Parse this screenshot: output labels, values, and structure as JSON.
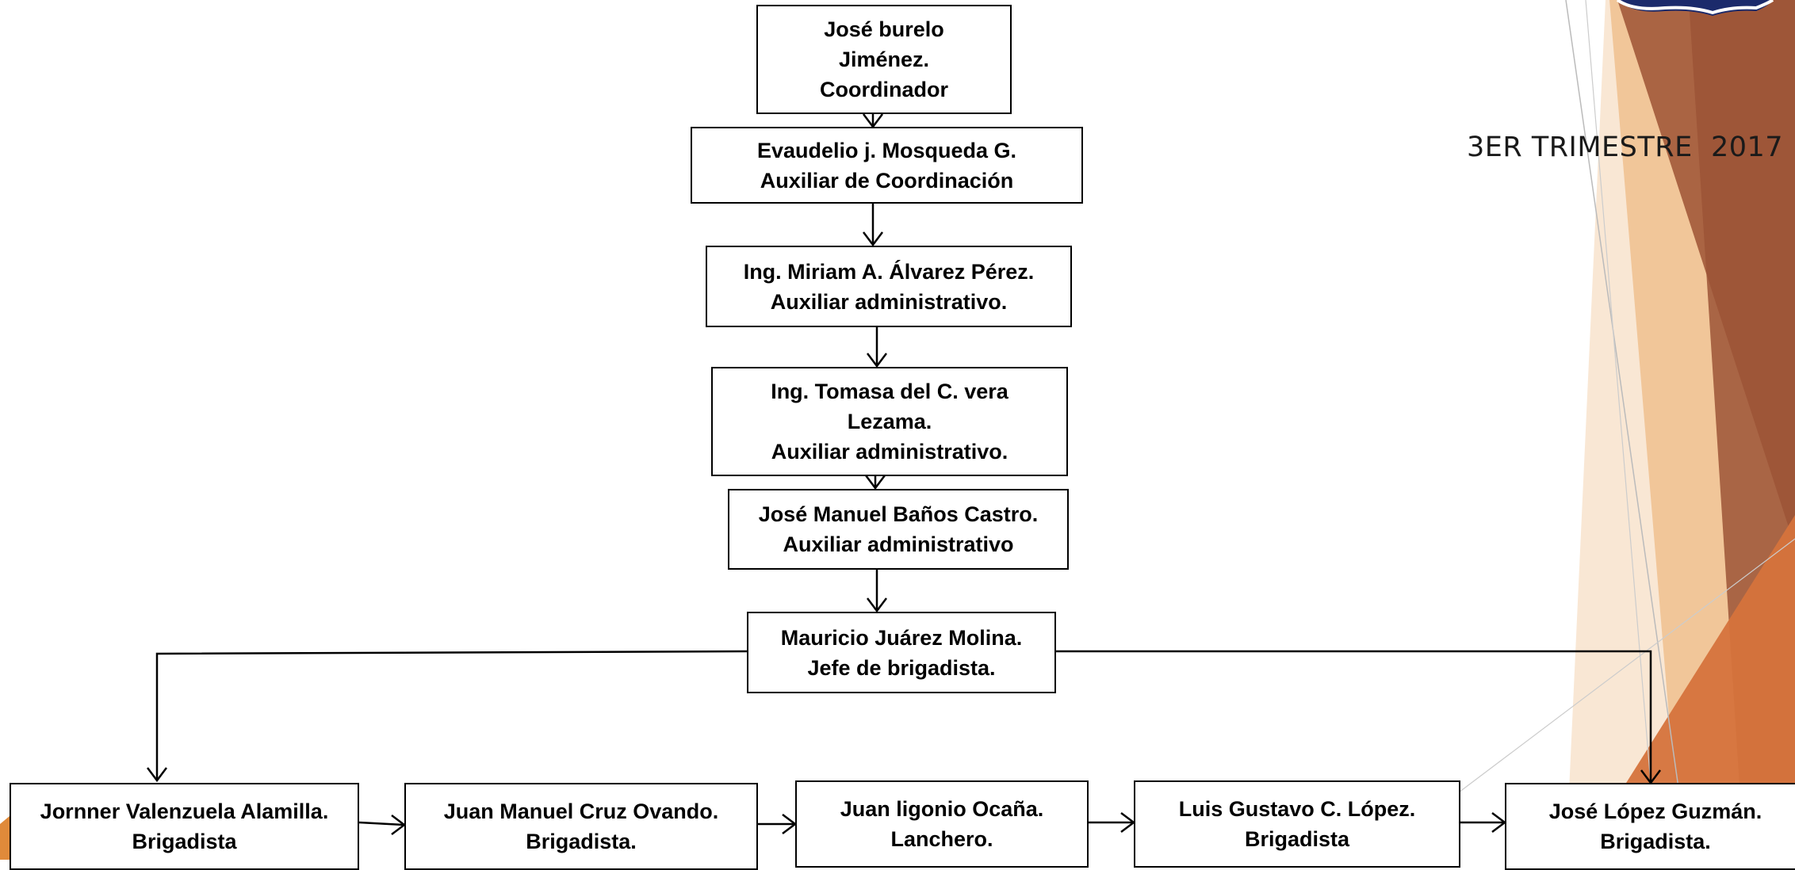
{
  "header": {
    "period_label": "3ER TRIMESTRE  2017"
  },
  "org_chart": {
    "nodes": [
      {
        "id": "coordinador",
        "lines": [
          "José burelo",
          "Jiménez.",
          "Coordinador"
        ]
      },
      {
        "id": "aux-coordinacion",
        "lines": [
          "Evaudelio j. Mosqueda G.",
          "Auxiliar de Coordinación"
        ]
      },
      {
        "id": "aux-admin-1",
        "lines": [
          "Ing. Miriam A. Álvarez Pérez.",
          "Auxiliar administrativo."
        ]
      },
      {
        "id": "aux-admin-2",
        "lines": [
          "Ing. Tomasa del  C. vera",
          "Lezama.",
          "Auxiliar administrativo."
        ]
      },
      {
        "id": "aux-admin-3",
        "lines": [
          "José Manuel Baños Castro.",
          "Auxiliar administrativo"
        ]
      },
      {
        "id": "jefe-brigadista",
        "lines": [
          "Mauricio Juárez Molina.",
          "Jefe de brigadista."
        ]
      },
      {
        "id": "brigadista-1",
        "lines": [
          "Jornner Valenzuela Alamilla.",
          "Brigadista"
        ]
      },
      {
        "id": "brigadista-2",
        "lines": [
          "Juan Manuel Cruz Ovando.",
          "Brigadista."
        ]
      },
      {
        "id": "lanchero",
        "lines": [
          "Juan ligonio Ocaña.",
          "Lanchero."
        ]
      },
      {
        "id": "brigadista-3",
        "lines": [
          "Luis Gustavo C. López.",
          "Brigadista"
        ]
      },
      {
        "id": "brigadista-4",
        "lines": [
          "José López Guzmán.",
          "Brigadista."
        ]
      }
    ]
  },
  "colors": {
    "line": "#000000",
    "deco_brown": "#A0583A",
    "deco_orange": "#D97A3E",
    "deco_peach": "#F2C9A0",
    "deco_light": "#F8E4CF"
  }
}
